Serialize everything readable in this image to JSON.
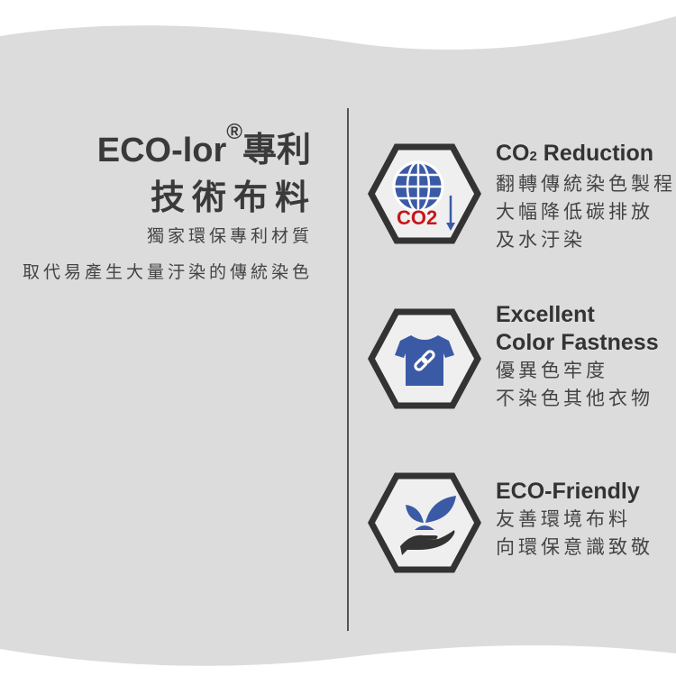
{
  "left": {
    "title_brand": "ECO-lor",
    "title_reg": "®",
    "title_suffix": "專利",
    "title_line2": "技術布料",
    "sub1": "獨家環保專利材質",
    "sub2": "取代易產生大量汙染的傳統染色"
  },
  "features": [
    {
      "icon": "globe-co2-icon",
      "co2_label": "CO2",
      "title_a": "CO",
      "title_sub": "2",
      "title_b": " Reduction",
      "lines": [
        "翻轉傳統染色製程",
        "大幅降低碳排放",
        "及水汙染"
      ]
    },
    {
      "icon": "tshirt-link-icon",
      "title_lines": [
        "Excellent",
        "Color Fastness"
      ],
      "lines": [
        "優異色牢度",
        "不染色其他衣物"
      ]
    },
    {
      "icon": "hand-leaf-icon",
      "title": "ECO-Friendly",
      "lines": [
        "友善環境布料",
        "向環保意識致敬"
      ]
    }
  ],
  "colors": {
    "accent_blue": "#3b5aa6",
    "co2_red": "#c8161d",
    "background": "#dcdcdc"
  }
}
